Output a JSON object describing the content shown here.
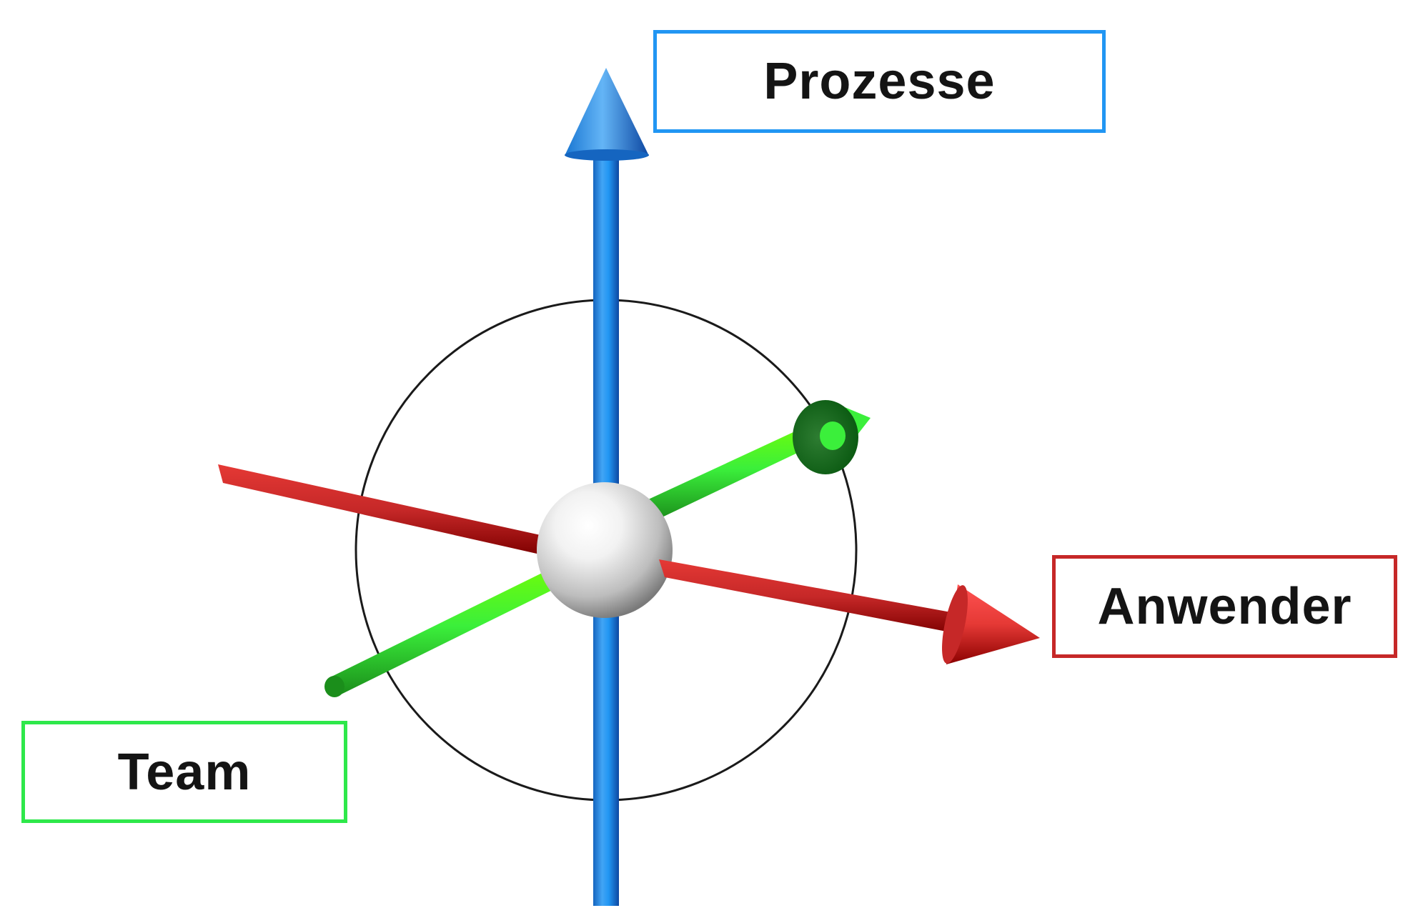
{
  "diagram": {
    "axes": {
      "vertical": {
        "label": "Prozesse",
        "color": "#2196F3"
      },
      "horizontal": {
        "label": "Anwender",
        "color": "#C62828"
      },
      "depth": {
        "label": "Team",
        "color": "#2EE84A"
      }
    },
    "sphere_color": "#E6E6E6",
    "ring_color": "#1A1A1A"
  }
}
